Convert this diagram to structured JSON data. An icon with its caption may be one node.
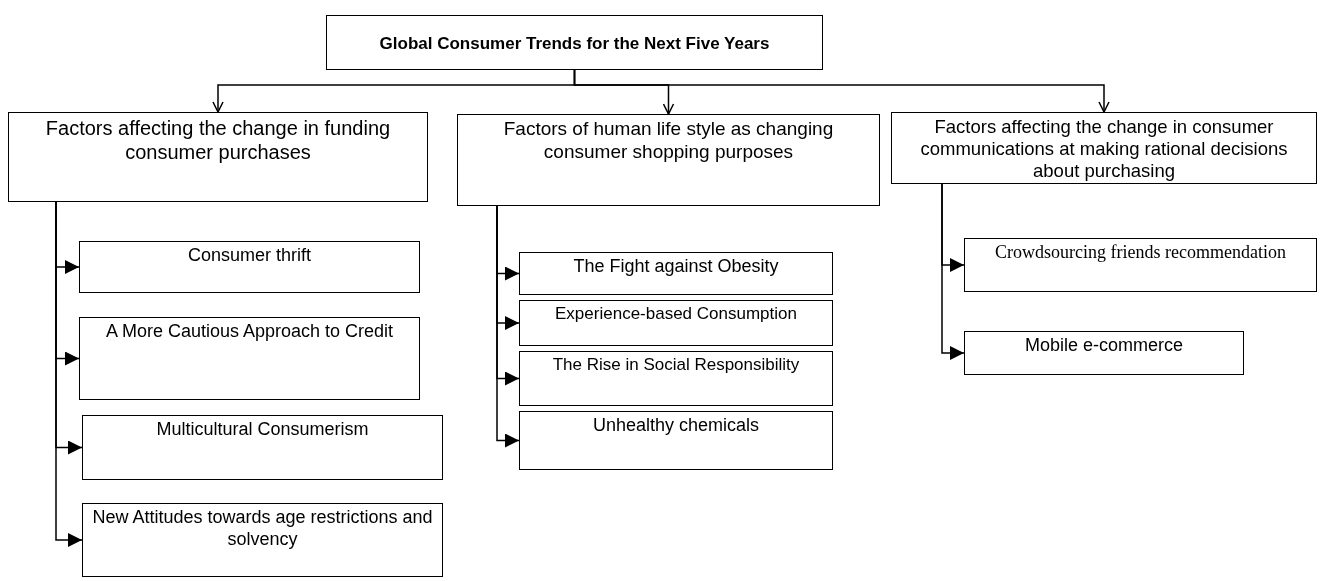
{
  "diagram": {
    "nodes": [
      {
        "text": [
          "Global Consumer Trends for the Next Five Years"
        ]
      },
      {
        "text": [
          "Factors affecting the change in funding consumer purchases"
        ]
      },
      {
        "text": [
          "Factors of human life style as changing consumer shopping purposes"
        ]
      },
      {
        "text": [
          "Factors affecting the change in consumer communications at making rational decisions about purchasing"
        ]
      },
      {
        "text": [
          "Consumer thrift"
        ]
      },
      {
        "text": [
          "A More Cautious Approach to Credit"
        ]
      },
      {
        "text": [
          "Multicultural Consumerism"
        ]
      },
      {
        "text": [
          "New Attitudes towards age restrictions and solvency"
        ]
      },
      {
        "text": [
          "The Fight against Obesity"
        ]
      },
      {
        "text": [
          "Experience-based Consumption"
        ]
      },
      {
        "text": [
          "The Rise in Social Responsibility"
        ]
      },
      {
        "text": [
          "Unhealthy chemicals"
        ]
      },
      {
        "text": [
          "Crowdsourcing friends recommendation"
        ]
      },
      {
        "text": [
          "Mobile e-commerce"
        ]
      }
    ],
    "edges": [
      {
        "from": 0,
        "to": 1,
        "arrow": "to"
      },
      {
        "from": 0,
        "to": 2,
        "arrow": "to"
      },
      {
        "from": 0,
        "to": 3,
        "arrow": "to"
      },
      {
        "from": 1,
        "to": 4,
        "arrow": "to"
      },
      {
        "from": 1,
        "to": 5,
        "arrow": "to"
      },
      {
        "from": 1,
        "to": 6,
        "arrow": "to"
      },
      {
        "from": 1,
        "to": 7,
        "arrow": "to"
      },
      {
        "from": 2,
        "to": 8,
        "arrow": "to"
      },
      {
        "from": 2,
        "to": 9,
        "arrow": "to"
      },
      {
        "from": 2,
        "to": 10,
        "arrow": "to"
      },
      {
        "from": 2,
        "to": 11,
        "arrow": "to"
      },
      {
        "from": 3,
        "to": 12,
        "arrow": "to"
      },
      {
        "from": 3,
        "to": 13,
        "arrow": "to"
      }
    ]
  }
}
